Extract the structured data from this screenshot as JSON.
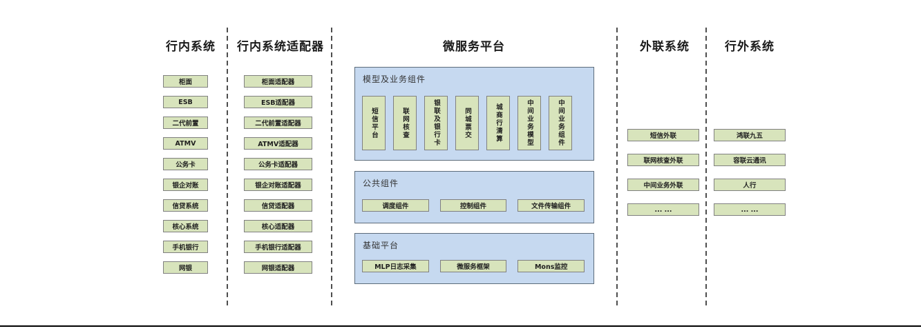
{
  "diagram": {
    "columns": {
      "internal": {
        "title": "行内系统",
        "items": [
          "柜面",
          "ESB",
          "二代前置",
          "ATMV",
          "公务卡",
          "银企对账",
          "信贷系统",
          "核心系统",
          "手机银行",
          "网银"
        ]
      },
      "adapters": {
        "title": "行内系统适配器",
        "items": [
          "柜面适配器",
          "ESB适配器",
          "二代前置适配器",
          "ATMV适配器",
          "公务卡适配器",
          "银企对账适配器",
          "信贷适配器",
          "核心适配器",
          "手机银行适配器",
          "网银适配器"
        ]
      },
      "platform": {
        "title": "微服务平台",
        "sections": {
          "model": {
            "title": "模型及业务组件",
            "items": [
              "短信平台",
              "联网核查",
              "银联及银行卡",
              "同城票交",
              "城商行清算",
              "中间业务模型",
              "中间业务组件"
            ]
          },
          "common": {
            "title": "公共组件",
            "items": [
              "调度组件",
              "控制组件",
              "文件传输组件"
            ]
          },
          "base": {
            "title": "基础平台",
            "items": [
              "MLP日志采集",
              "微服务框架",
              "Mons监控"
            ]
          }
        }
      },
      "outreach": {
        "title": "外联系统",
        "items": [
          "短信外联",
          "联网核查外联",
          "中间业务外联",
          "... ..."
        ]
      },
      "external": {
        "title": "行外系统",
        "items": [
          "鸿联九五",
          "容联云通讯",
          "人行",
          "... ..."
        ]
      }
    },
    "colors": {
      "node_fill": "#d8e4bc",
      "node_border": "#7f7f7f",
      "group_fill": "#c6d9f0",
      "group_border": "#5c6b7a",
      "separator": "#4d4d4d",
      "bottom_rule": "#000000"
    }
  }
}
